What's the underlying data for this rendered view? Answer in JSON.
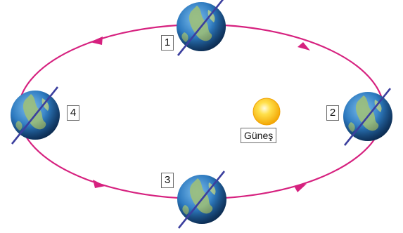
{
  "sun": {
    "label": "Güneş"
  },
  "positions": [
    {
      "number": "1"
    },
    {
      "number": "2"
    },
    {
      "number": "3"
    },
    {
      "number": "4"
    }
  ],
  "colors": {
    "orbit": "#d6217f",
    "sun_core": "#ffd21f",
    "sun_edge": "#f4a400",
    "ocean": "#2c6fb3",
    "land": "#9cbf7a",
    "axis": "#3b3f9e"
  }
}
